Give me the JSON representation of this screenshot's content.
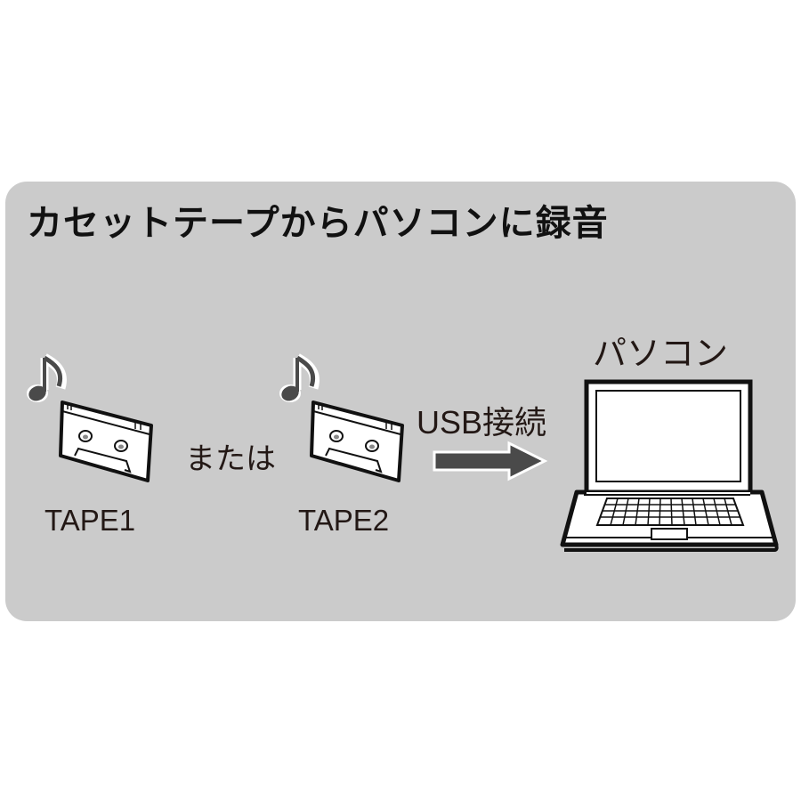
{
  "title": "カセットテープからパソコンに録音",
  "sources": [
    {
      "label": "TAPE1",
      "icon": "cassette-tape-icon",
      "note_icon": "music-note-icon"
    },
    {
      "label": "TAPE2",
      "icon": "cassette-tape-icon",
      "note_icon": "music-note-icon"
    }
  ],
  "connector_or": "または",
  "connection": {
    "label": "USB接続",
    "icon": "arrow-right-icon"
  },
  "destination": {
    "label": "パソコン",
    "icon": "laptop-icon"
  },
  "colors": {
    "panel_bg": "#cbcbcb",
    "note": "#4a4a4a",
    "arrow": "#4a4a4a",
    "outline": "#111111"
  }
}
